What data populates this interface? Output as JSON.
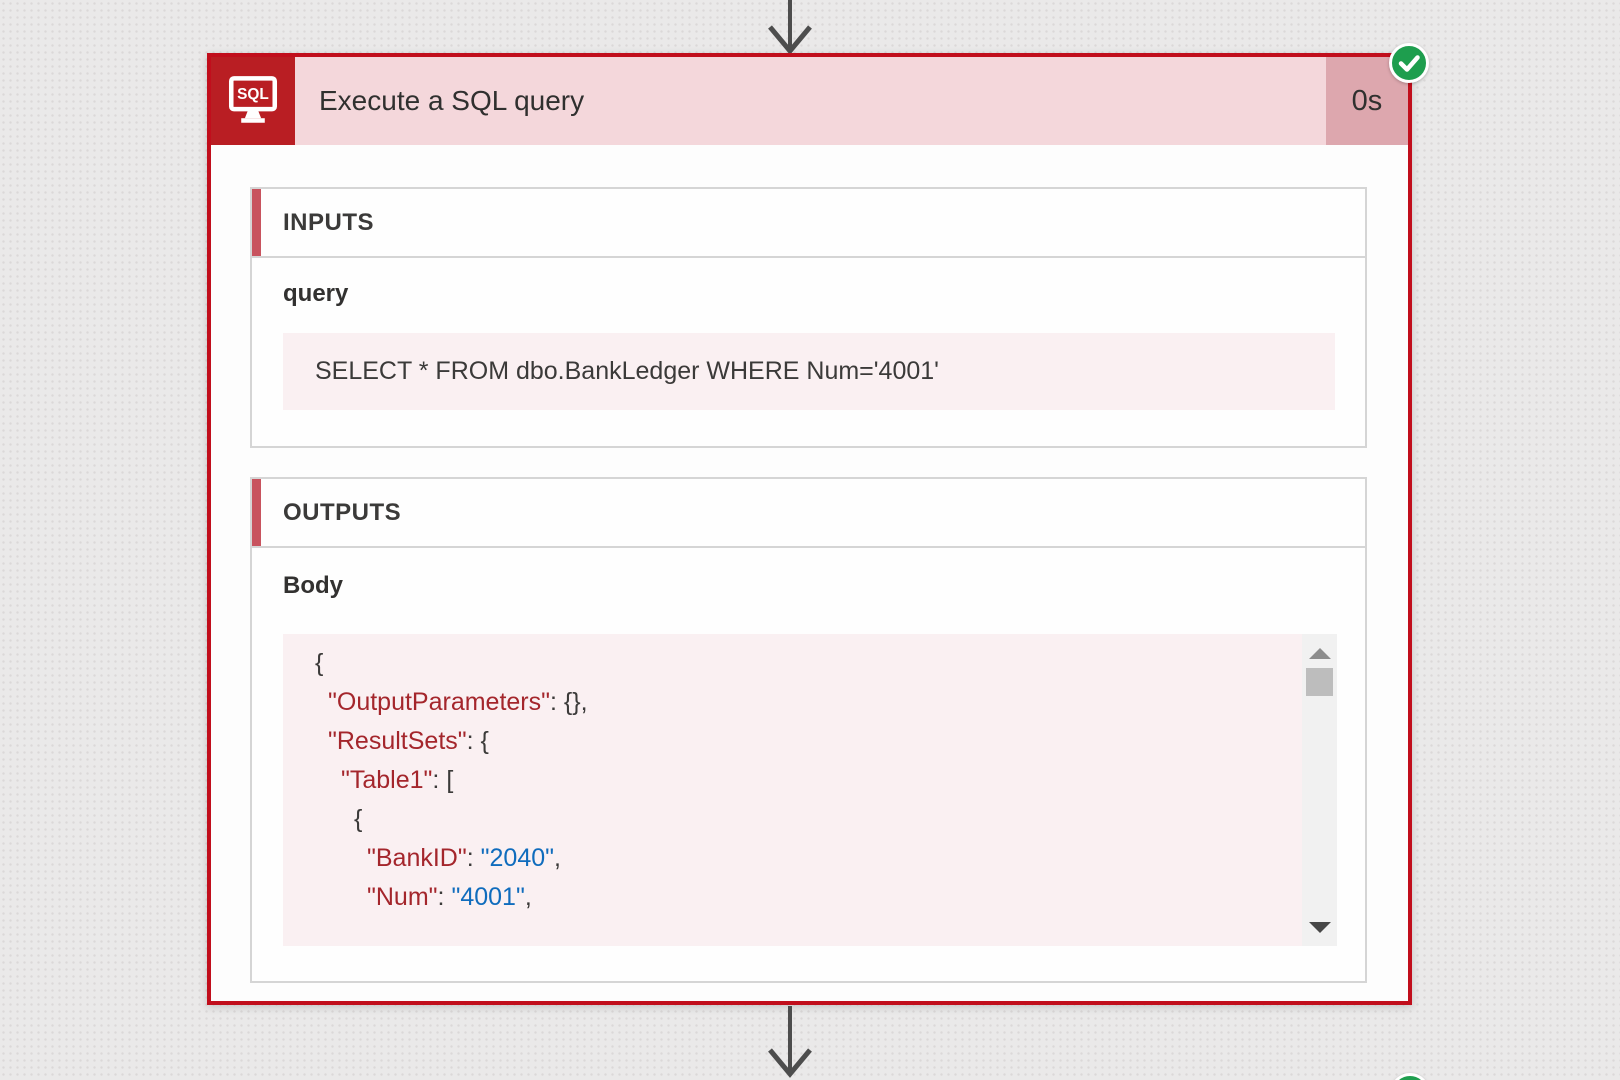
{
  "flow_node": {
    "title": "Execute a SQL query",
    "duration": "0s",
    "icon_label": "SQL",
    "icons": {
      "connector": "sql-server-monitor-icon",
      "status": "success-check-icon",
      "flow": "down-arrow-icon"
    },
    "colors": {
      "brand_red": "#b91e23",
      "card_border": "#c10e1c",
      "header_pink": "#f4d7db",
      "duration_pink": "#dda7ae",
      "accent_bar": "#c8535e",
      "code_background": "#faf0f2",
      "success_green": "#1e9e4e",
      "json_key": "#a4262c",
      "json_value": "#0f6cbd"
    },
    "inputs": {
      "section_label": "INPUTS",
      "fields": [
        {
          "label": "query",
          "value": "SELECT * FROM dbo.BankLedger WHERE Num='4001'"
        }
      ]
    },
    "outputs": {
      "section_label": "OUTPUTS",
      "body": {
        "label": "Body",
        "lines": [
          {
            "indent": 0,
            "tokens": [
              {
                "c": "p",
                "t": "{"
              }
            ]
          },
          {
            "indent": 1,
            "tokens": [
              {
                "c": "k",
                "t": "\"OutputParameters\""
              },
              {
                "c": "p",
                "t": ": {},"
              }
            ]
          },
          {
            "indent": 1,
            "tokens": [
              {
                "c": "k",
                "t": "\"ResultSets\""
              },
              {
                "c": "p",
                "t": ": {"
              }
            ]
          },
          {
            "indent": 2,
            "tokens": [
              {
                "c": "k",
                "t": "\"Table1\""
              },
              {
                "c": "p",
                "t": ": ["
              }
            ]
          },
          {
            "indent": 3,
            "tokens": [
              {
                "c": "p",
                "t": "{"
              }
            ]
          },
          {
            "indent": 4,
            "tokens": [
              {
                "c": "k",
                "t": "\"BankID\""
              },
              {
                "c": "p",
                "t": ": "
              },
              {
                "c": "v",
                "t": "\"2040\""
              },
              {
                "c": "p",
                "t": ","
              }
            ]
          },
          {
            "indent": 4,
            "tokens": [
              {
                "c": "k",
                "t": "\"Num\""
              },
              {
                "c": "p",
                "t": ": "
              },
              {
                "c": "v",
                "t": "\"4001\""
              },
              {
                "c": "p",
                "t": ","
              }
            ]
          }
        ]
      }
    }
  }
}
